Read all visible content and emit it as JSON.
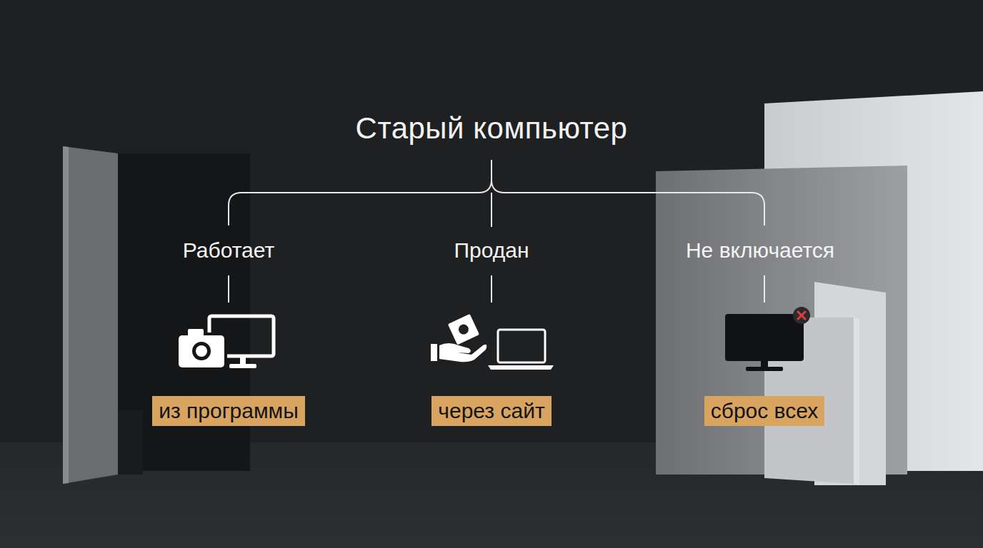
{
  "diagram": {
    "title": "Старый компьютер",
    "nodes": [
      {
        "text": [
          "из программы"
        ]
      },
      {
        "text": [
          "через сайт"
        ]
      },
      {
        "text": [
          "сброс всех"
        ]
      }
    ],
    "labels": [
      "Работает",
      "Продан",
      "Не включается"
    ]
  }
}
